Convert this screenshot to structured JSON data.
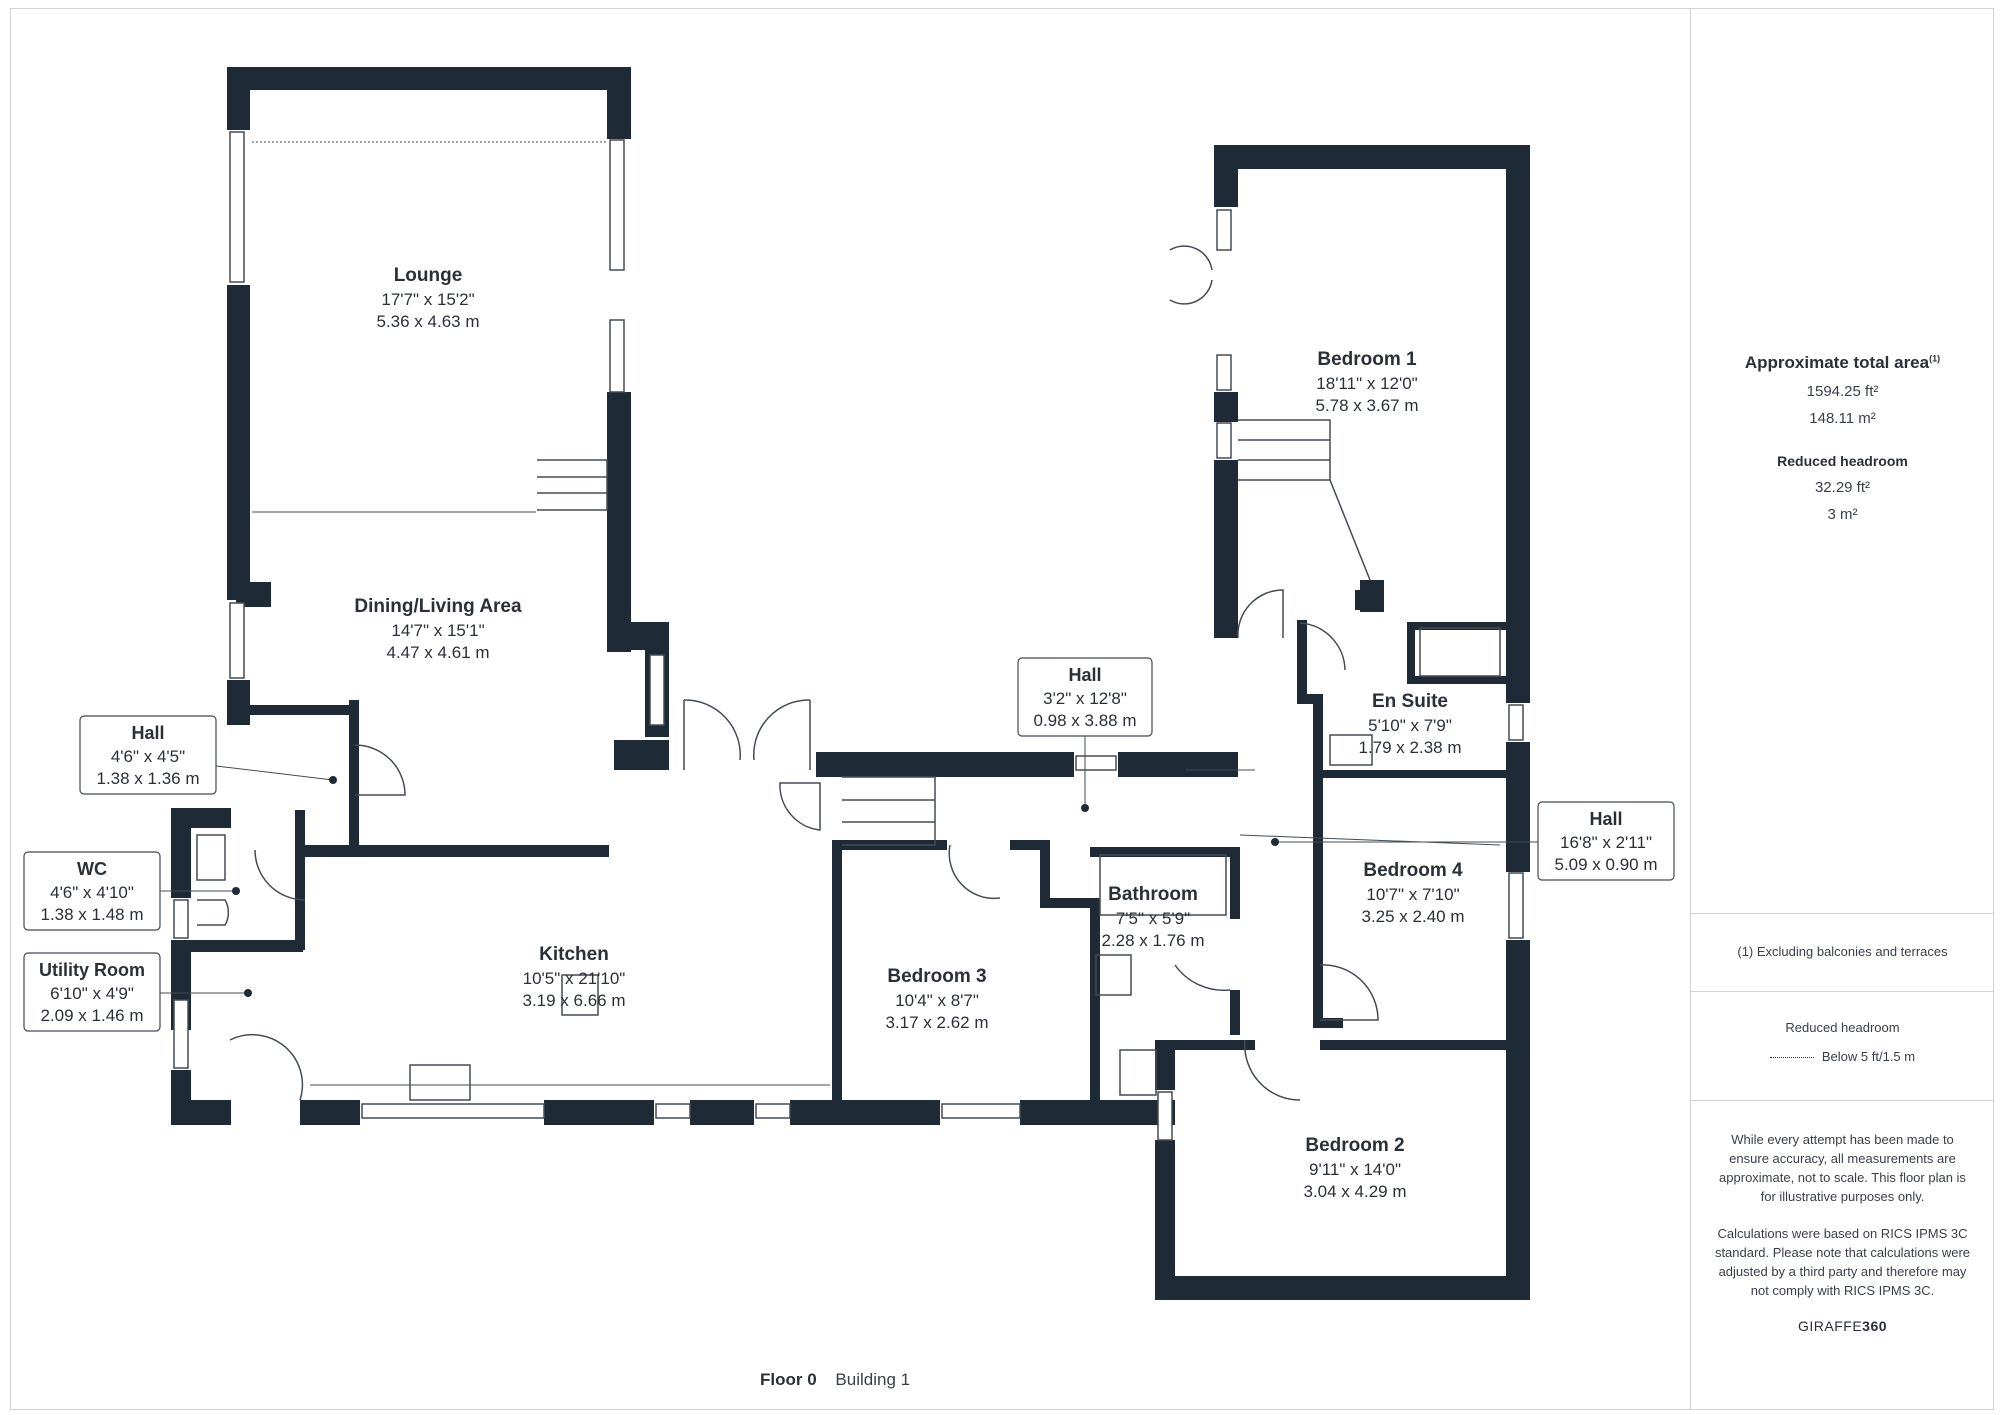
{
  "rooms": [
    {
      "name": "Lounge",
      "imperial": "17'7\" x 15'2\"",
      "metric": "5.36 x 4.63 m"
    },
    {
      "name": "Dining/Living Area",
      "imperial": "14'7\" x 15'1\"",
      "metric": "4.47 x 4.61 m"
    },
    {
      "name": "Bedroom 1",
      "imperial": "18'11\" x 12'0\"",
      "metric": "5.78 x 3.67 m"
    },
    {
      "name": "En Suite",
      "imperial": "5'10\" x 7'9\"",
      "metric": "1.79 x 2.38 m"
    },
    {
      "name": "Bedroom 4",
      "imperial": "10'7\" x 7'10\"",
      "metric": "3.25 x 2.40 m"
    },
    {
      "name": "Bathroom",
      "imperial": "7'5\" x 5'9\"",
      "metric": "2.28 x 1.76 m"
    },
    {
      "name": "Kitchen",
      "imperial": "10'5\" x 21'10\"",
      "metric": "3.19 x 6.66 m"
    },
    {
      "name": "Bedroom 3",
      "imperial": "10'4\" x 8'7\"",
      "metric": "3.17 x 2.62 m"
    },
    {
      "name": "Bedroom 2",
      "imperial": "9'11\" x 14'0\"",
      "metric": "3.04 x 4.29 m"
    }
  ],
  "callouts": [
    {
      "name": "Hall",
      "imperial": "4'6\" x 4'5\"",
      "metric": "1.38 x 1.36 m"
    },
    {
      "name": "WC",
      "imperial": "4'6\" x 4'10\"",
      "metric": "1.38 x 1.48 m"
    },
    {
      "name": "Utility Room",
      "imperial": "6'10\" x 4'9\"",
      "metric": "2.09 x 1.46 m"
    },
    {
      "name": "Hall",
      "imperial": "3'2\" x 12'8\"",
      "metric": "0.98 x 3.88 m"
    },
    {
      "name": "Hall",
      "imperial": "16'8\" x 2'11\"",
      "metric": "5.09 x 0.90 m"
    }
  ],
  "footer": {
    "floor": "Floor 0",
    "building": "Building 1"
  },
  "summary": {
    "title": "Approximate total area",
    "title_sup": "(1)",
    "area_ft": "1594.25 ft²",
    "area_m": "148.11 m²",
    "reduced_title": "Reduced headroom",
    "reduced_ft": "32.29 ft²",
    "reduced_m": "3 m²",
    "footnote": "(1) Excluding balconies and terraces",
    "legend_title": "Reduced headroom",
    "legend_text": "Below 5 ft/1.5 m",
    "disclaimer1": "While every attempt has been made to ensure accuracy, all measurements are approximate, not to scale. This floor plan is for illustrative purposes only.",
    "disclaimer2": "Calculations were based on RICS IPMS 3C standard. Please note that calculations were adjusted by a third party and therefore may not comply with RICS IPMS 3C.",
    "logo_a": "GIRAFFE",
    "logo_b": "360"
  },
  "colors": {
    "wall": "#1e2a36",
    "text": "#2b3037",
    "line": "#444b53",
    "panel_border": "#cfd2d6"
  }
}
